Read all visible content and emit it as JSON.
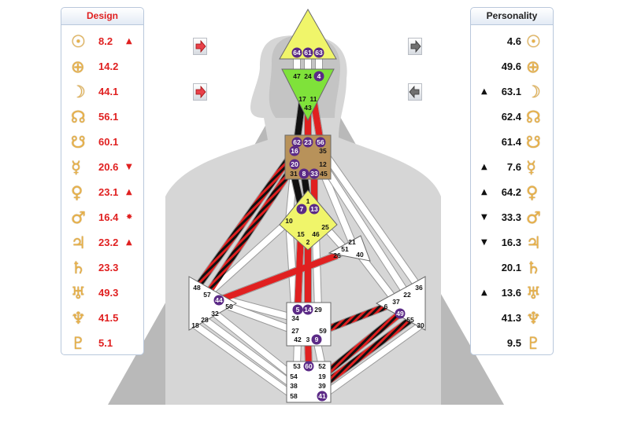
{
  "design": {
    "title": "Design",
    "rows": [
      {
        "icon": "sun-icon",
        "symbol": "☉",
        "value": "8.2",
        "marker": "▲"
      },
      {
        "icon": "earth-icon",
        "symbol": "⊕",
        "value": "14.2",
        "marker": ""
      },
      {
        "icon": "moon-icon",
        "symbol": "☽",
        "value": "44.1",
        "marker": ""
      },
      {
        "icon": "north-node-icon",
        "symbol": "☊",
        "value": "56.1",
        "marker": ""
      },
      {
        "icon": "south-node-icon",
        "symbol": "☋",
        "value": "60.1",
        "marker": ""
      },
      {
        "icon": "mercury-icon",
        "symbol": "☿",
        "value": "20.6",
        "marker": "▼"
      },
      {
        "icon": "venus-icon",
        "symbol": "♀",
        "value": "23.1",
        "marker": "▲"
      },
      {
        "icon": "mars-icon",
        "symbol": "♂",
        "value": "16.4",
        "marker": "✸"
      },
      {
        "icon": "jupiter-icon",
        "symbol": "♃",
        "value": "23.2",
        "marker": "▲"
      },
      {
        "icon": "saturn-icon",
        "symbol": "♄",
        "value": "23.3",
        "marker": ""
      },
      {
        "icon": "uranus-icon",
        "symbol": "♅",
        "value": "49.3",
        "marker": ""
      },
      {
        "icon": "neptune-icon",
        "symbol": "♆",
        "value": "41.5",
        "marker": ""
      },
      {
        "icon": "pluto-icon",
        "symbol": "♇",
        "value": "5.1",
        "marker": ""
      }
    ]
  },
  "personality": {
    "title": "Personality",
    "rows": [
      {
        "icon": "sun-icon",
        "symbol": "☉",
        "value": "4.6",
        "marker": ""
      },
      {
        "icon": "earth-icon",
        "symbol": "⊕",
        "value": "49.6",
        "marker": ""
      },
      {
        "icon": "moon-icon",
        "symbol": "☽",
        "value": "63.1",
        "marker": "▲"
      },
      {
        "icon": "north-node-icon",
        "symbol": "☊",
        "value": "62.4",
        "marker": ""
      },
      {
        "icon": "south-node-icon",
        "symbol": "☋",
        "value": "61.4",
        "marker": ""
      },
      {
        "icon": "mercury-icon",
        "symbol": "☿",
        "value": "7.6",
        "marker": "▲"
      },
      {
        "icon": "venus-icon",
        "symbol": "♀",
        "value": "64.2",
        "marker": "▲"
      },
      {
        "icon": "mars-icon",
        "symbol": "♂",
        "value": "33.3",
        "marker": "▼"
      },
      {
        "icon": "jupiter-icon",
        "symbol": "♃",
        "value": "16.3",
        "marker": "▼"
      },
      {
        "icon": "saturn-icon",
        "symbol": "♄",
        "value": "20.1",
        "marker": ""
      },
      {
        "icon": "uranus-icon",
        "symbol": "♅",
        "value": "13.6",
        "marker": "▲"
      },
      {
        "icon": "neptune-icon",
        "symbol": "♆",
        "value": "41.3",
        "marker": ""
      },
      {
        "icon": "pluto-icon",
        "symbol": "♇",
        "value": "9.5",
        "marker": ""
      }
    ]
  },
  "nav_buttons": [
    {
      "name": "design-arrow-button-1",
      "icon": "arrow-right-icon"
    },
    {
      "name": "design-arrow-button-2",
      "icon": "arrow-right-icon"
    },
    {
      "name": "personality-arrow-button-1",
      "icon": "arrow-right-icon"
    },
    {
      "name": "personality-arrow-button-2",
      "icon": "arrow-left-icon"
    }
  ],
  "colors": {
    "design_red": "#e02020",
    "personality_black": "#111111",
    "glyph_gold": "#e8b14a",
    "head_center": "#f0f56a",
    "ajna_center": "#7fe23a",
    "throat_center": "#b8925a",
    "g_center": "#f0f56a",
    "defined_gate": "#5b2a86"
  },
  "gates": {
    "defined": [
      "64",
      "61",
      "63",
      "4",
      "62",
      "23",
      "56",
      "16",
      "20",
      "8",
      "33",
      "7",
      "13",
      "44",
      "5",
      "14",
      "9",
      "60",
      "49",
      "41"
    ],
    "undefined": [
      "47",
      "24",
      "17",
      "11",
      "43",
      "35",
      "12",
      "31",
      "45",
      "1",
      "10",
      "25",
      "15",
      "46",
      "2",
      "21",
      "51",
      "26",
      "40",
      "48",
      "57",
      "50",
      "32",
      "28",
      "18",
      "34",
      "29",
      "27",
      "59",
      "42",
      "3",
      "37",
      "22",
      "36",
      "6",
      "55",
      "30",
      "53",
      "52",
      "54",
      "19",
      "38",
      "39",
      "58"
    ]
  }
}
